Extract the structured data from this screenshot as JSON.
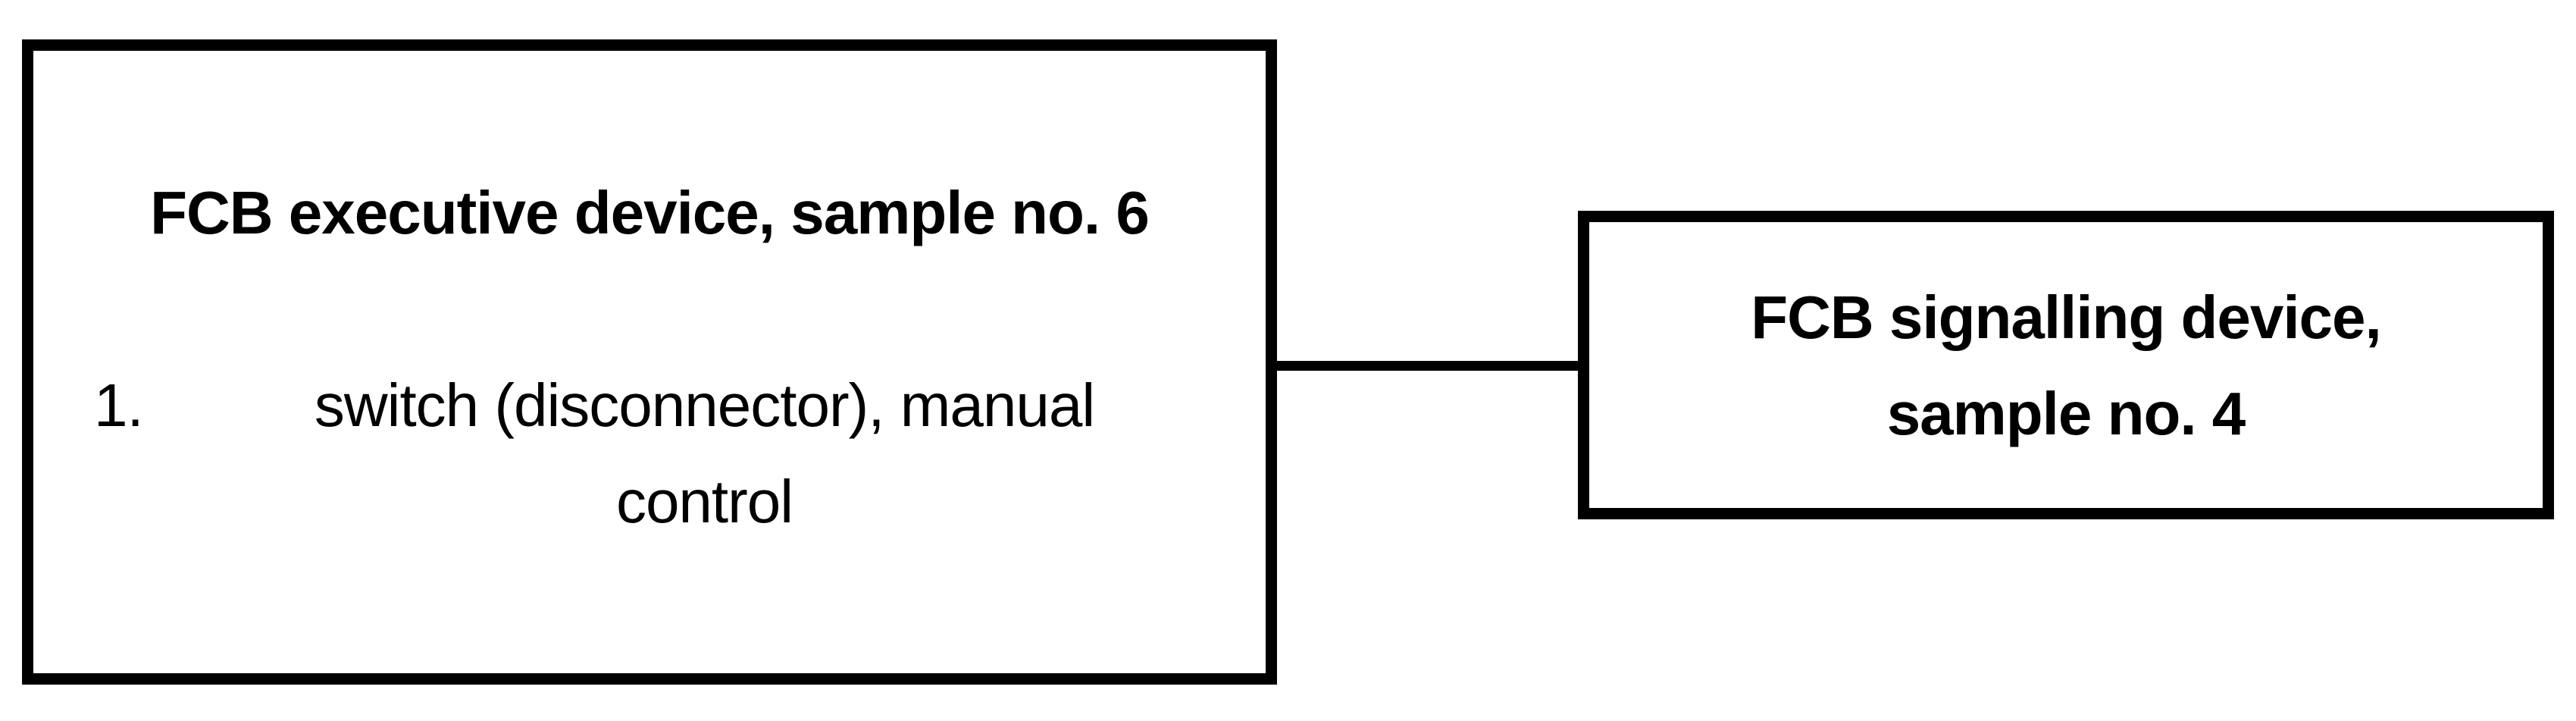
{
  "diagram": {
    "background_color": "#ffffff",
    "line_color": "#000000",
    "text_color": "#000000",
    "executive_box": {
      "title": "FCB executive device, sample no. 6",
      "list": [
        {
          "number": "1.",
          "lines": [
            "switch (disconnector), manual",
            "control"
          ]
        }
      ]
    },
    "signalling_box": {
      "lines": [
        "FCB signalling device,",
        "sample no. 4"
      ]
    },
    "edges": [
      {
        "from": "executive_box",
        "to": "signalling_box",
        "orientation": "horizontal"
      }
    ]
  }
}
